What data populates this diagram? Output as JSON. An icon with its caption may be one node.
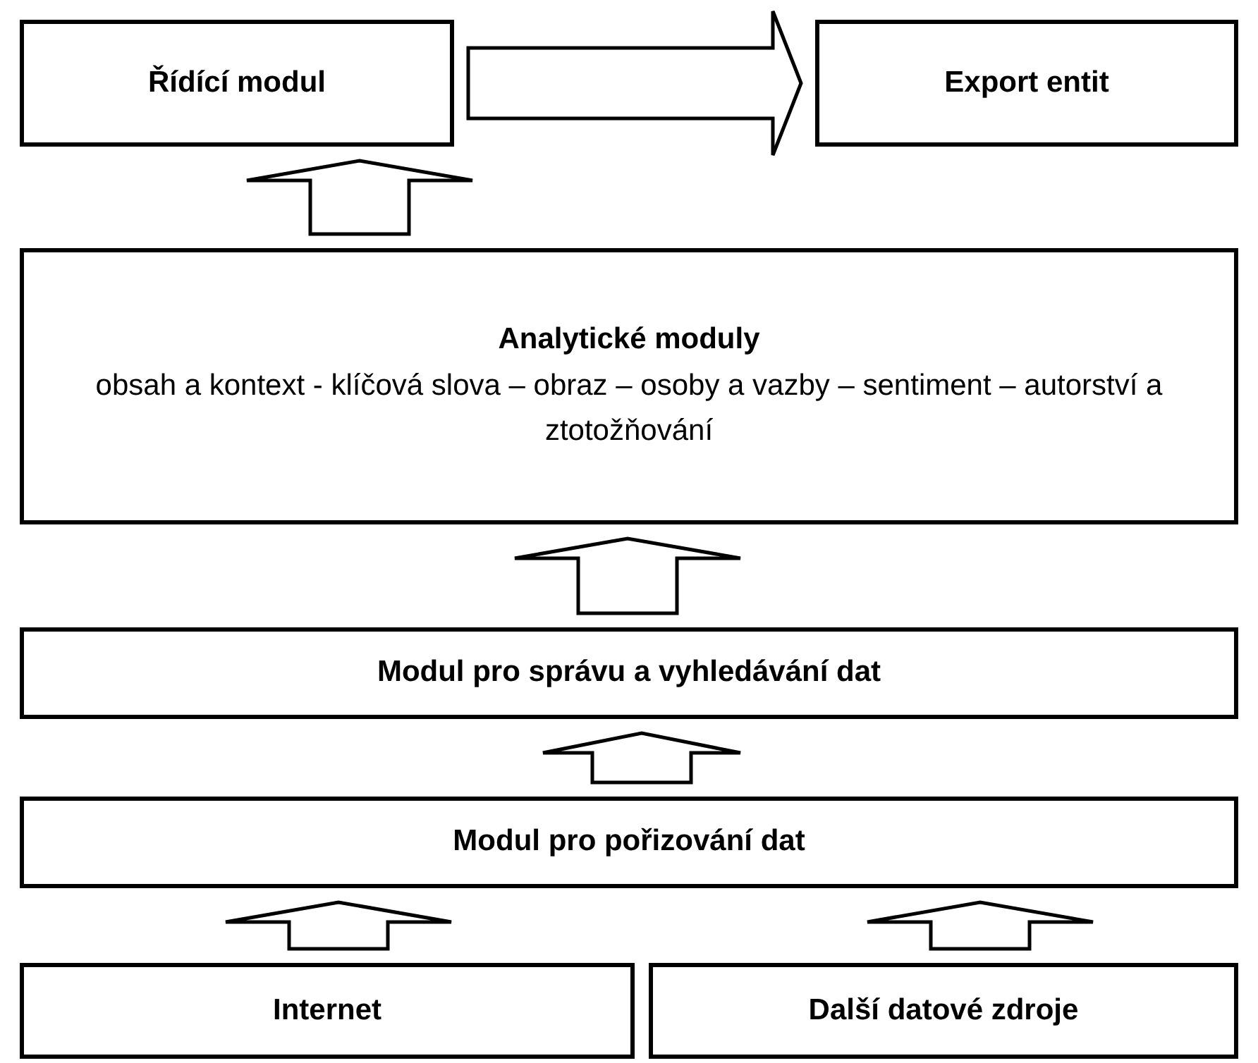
{
  "diagram": {
    "nodes": [
      {
        "text": [
          "Řídící modul"
        ]
      },
      {
        "text": [
          "Export entit"
        ]
      },
      {
        "text": [
          "Analytické moduly",
          "obsah a kontext - klíčová slova – obraz – osoby a vazby – sentiment – autorství a ztotožňování"
        ]
      },
      {
        "text": [
          "Modul pro správu a vyhledávání dat"
        ]
      },
      {
        "text": [
          "Modul pro pořizování dat"
        ]
      },
      {
        "text": [
          "Internet"
        ]
      },
      {
        "text": [
          "Další datové zdroje"
        ]
      }
    ],
    "edges": [
      {
        "from": 0,
        "to": 1,
        "arrow": "to"
      },
      {
        "from": 2,
        "to": 0,
        "arrow": "to"
      },
      {
        "from": 3,
        "to": 2,
        "arrow": "to"
      },
      {
        "from": 4,
        "to": 3,
        "arrow": "to"
      },
      {
        "from": 5,
        "to": 4,
        "arrow": "to"
      },
      {
        "from": 6,
        "to": 4,
        "arrow": "to"
      }
    ]
  }
}
